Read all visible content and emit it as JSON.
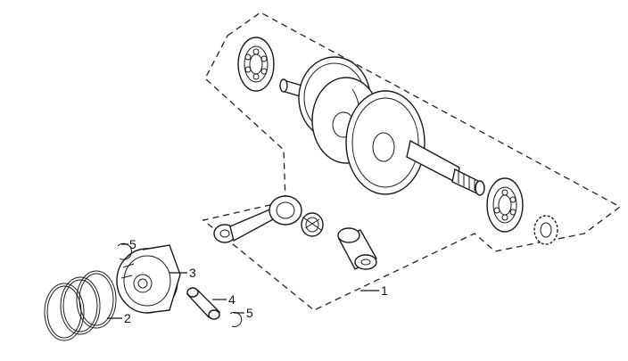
{
  "diagram": {
    "callouts": [
      {
        "id": "c1",
        "label": "1"
      },
      {
        "id": "c2",
        "label": "2"
      },
      {
        "id": "c3",
        "label": "3"
      },
      {
        "id": "c4",
        "label": "4"
      },
      {
        "id": "c5a",
        "label": "5"
      },
      {
        "id": "c5b",
        "label": "5"
      }
    ],
    "colors": {
      "line": "#1a1a1a",
      "background": "#ffffff"
    }
  }
}
